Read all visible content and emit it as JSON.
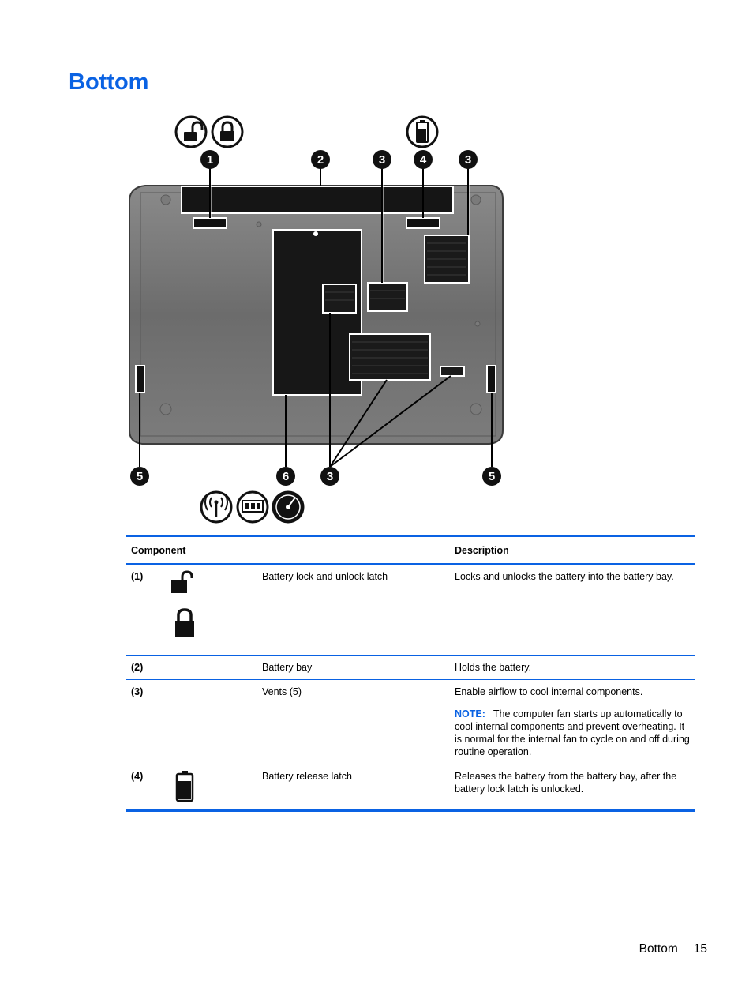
{
  "heading": "Bottom",
  "figure": {
    "callouts": [
      "1",
      "2",
      "3",
      "4",
      "3",
      "5",
      "6",
      "3",
      "5"
    ],
    "icons_top": [
      "battery-unlock-icon",
      "battery-lock-icon",
      "battery-release-icon"
    ],
    "icons_bottom": [
      "wireless-icon",
      "memory-icon",
      "hard-drive-icon"
    ]
  },
  "table": {
    "headers": {
      "component": "Component",
      "description": "Description"
    },
    "rows": [
      {
        "num": "(1)",
        "name": "Battery lock and unlock latch",
        "desc": "Locks and unlocks the battery into the battery bay.",
        "icons": [
          "unlock-icon",
          "lock-icon"
        ]
      },
      {
        "num": "(2)",
        "name": "Battery bay",
        "desc": "Holds the battery."
      },
      {
        "num": "(3)",
        "name": "Vents (5)",
        "desc": "Enable airflow to cool internal components.",
        "note_label": "NOTE:",
        "note": "The computer fan starts up automatically to cool internal components and prevent overheating. It is normal for the internal fan to cycle on and off during routine operation."
      },
      {
        "num": "(4)",
        "name": "Battery release latch",
        "desc": "Releases the battery from the battery bay, after the battery lock latch is unlocked.",
        "icons": [
          "battery-icon"
        ]
      }
    ]
  },
  "footer": {
    "section": "Bottom",
    "page": "15"
  },
  "colors": {
    "accent": "#0a62e3",
    "chassis": "#6e6e6e",
    "panel": "#141414"
  }
}
